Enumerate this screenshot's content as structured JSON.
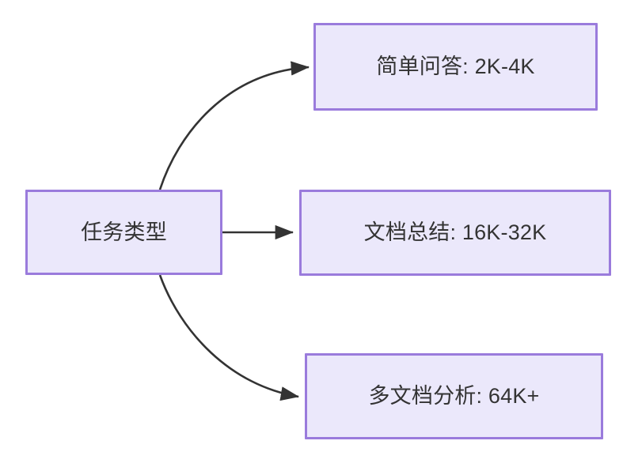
{
  "diagram": {
    "type": "flowchart",
    "direction": "left-to-right",
    "background_color": "#ffffff",
    "node_fill_color": "#ebe8fb",
    "node_border_color": "#9a7bdc",
    "node_text_color": "#333333",
    "edge_color": "#333333",
    "root": {
      "id": "root",
      "label": "任务类型"
    },
    "branches": [
      {
        "id": "simple-qa",
        "label": "简单问答: 2K-4K",
        "task": "简单问答",
        "context_length": "2K-4K",
        "edge_style": "curved"
      },
      {
        "id": "doc-summary",
        "label": "文档总结: 16K-32K",
        "task": "文档总结",
        "context_length": "16K-32K",
        "edge_style": "straight"
      },
      {
        "id": "multi-doc",
        "label": "多文档分析: 64K+",
        "task": "多文档分析",
        "context_length": "64K+",
        "edge_style": "curved"
      }
    ]
  }
}
